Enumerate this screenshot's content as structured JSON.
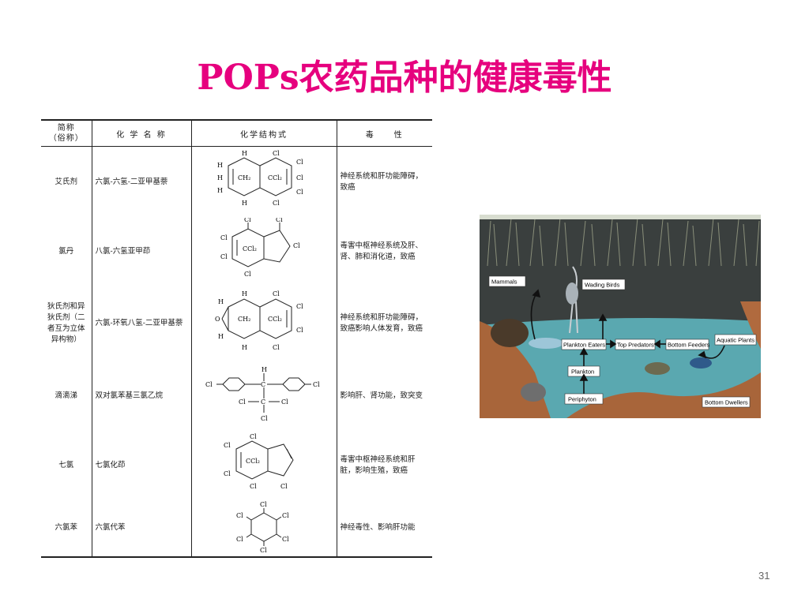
{
  "slide": {
    "title": "POPs农药品种的健康毒性",
    "page_number": "31"
  },
  "table": {
    "headers": [
      "简称\n（俗称）",
      "化 学 名 称",
      "化学结构式",
      "毒　　性"
    ],
    "rows": [
      {
        "abbr": "艾氏剂",
        "name": "六氯-六氢-二亚甲基萘",
        "toxicity": "神经系统和肝功能障碍，致癌"
      },
      {
        "abbr": "氯丹",
        "name": "八氯-六氢亚甲茚",
        "toxicity": "毒害中枢神经系统及肝、肾、肺和消化道，致癌"
      },
      {
        "abbr": "狄氏剂和异狄氏剂（二者互为立体异构物）",
        "name": "六氯-环氧八氢-二亚甲基萘",
        "toxicity": "神经系统和肝功能障碍，致癌影响人体发育，致癌"
      },
      {
        "abbr": "滴滴涕",
        "name": "双对氯苯基三氯乙烷",
        "toxicity": "影响肝、肾功能，致突变"
      },
      {
        "abbr": "七氯",
        "name": "七氯化茚",
        "toxicity": "毒害中枢神经系统和肝脏，影响生殖，致癌"
      },
      {
        "abbr": "六氯苯",
        "name": "六氯代苯",
        "toxicity": "神经毒性、影响肝功能"
      }
    ],
    "struct_labels": {
      "cl": "Cl",
      "h": "H",
      "o": "O",
      "ch2": "CH₂",
      "ccl2": "CCl₂"
    }
  },
  "food_web": {
    "labels": {
      "mammals": "Mammals",
      "wading_birds": "Wading Birds",
      "plankton_eaters": "Plankton Eaters",
      "top_predators": "Top Predators",
      "bottom_feeders": "Bottom Feeders",
      "aquatic_plants": "Aquatic Plants",
      "plankton": "Plankton",
      "periphyton": "Periphyton",
      "bottom_dwellers": "Bottom Dwellers"
    }
  },
  "colors": {
    "title": "#e6007e",
    "sky": "#3a3f3e",
    "water": "#5aa8b0",
    "mud": "#a8653a"
  }
}
